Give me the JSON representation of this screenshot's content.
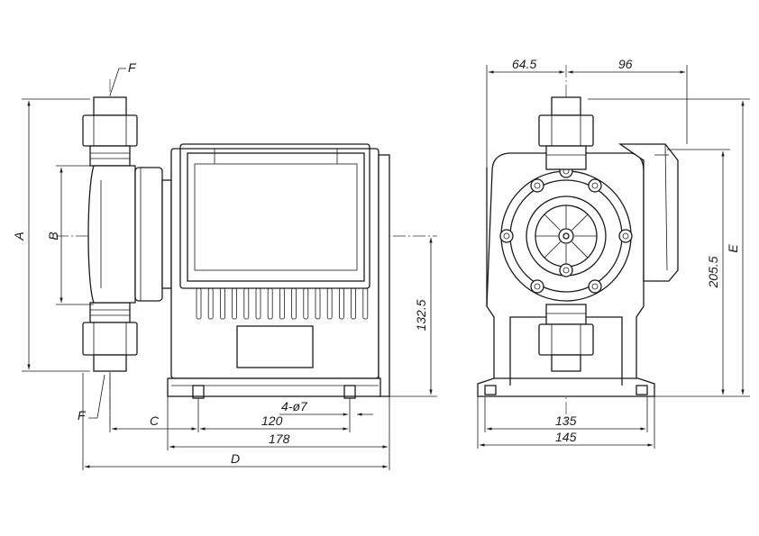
{
  "drawing": {
    "side_view": {
      "labels": {
        "A": "A",
        "B": "B",
        "C": "C",
        "D": "D",
        "F_top": "F",
        "F_bottom": "F",
        "hole": "4-ø7",
        "d120": "120",
        "d178": "178",
        "d132_5": "132.5"
      }
    },
    "front_view": {
      "labels": {
        "d64_5": "64.5",
        "d96": "96",
        "d205_5": "205.5",
        "E": "E",
        "d135": "135",
        "d145": "145"
      }
    }
  }
}
